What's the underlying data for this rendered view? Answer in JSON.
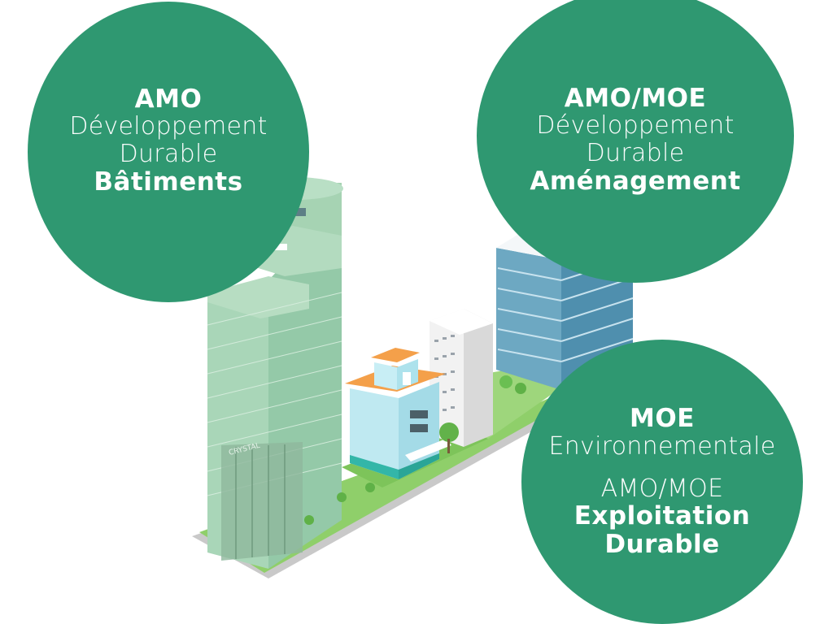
{
  "circles": {
    "amo_batiments": {
      "title": "AMO",
      "line1": "Développement",
      "line2": "Durable",
      "emphasis": "Bâtiments"
    },
    "amo_moe_amenagement": {
      "title": "AMO/MOE",
      "line1": "Développement",
      "line2": "Durable",
      "emphasis": "Aménagement"
    },
    "moe_exploitation": {
      "title": "MOE",
      "line1": "Environnementale",
      "line2": "AMO/MOE",
      "emphasis1": "Exploitation",
      "emphasis2": "Durable"
    }
  },
  "illustration": {
    "tower_sign": "CRYSTAL"
  },
  "colors": {
    "circle": "#2f9871",
    "grass": "#8fcf6a",
    "glass": "#9ccfc2",
    "roof_orange": "#f4a04a"
  }
}
